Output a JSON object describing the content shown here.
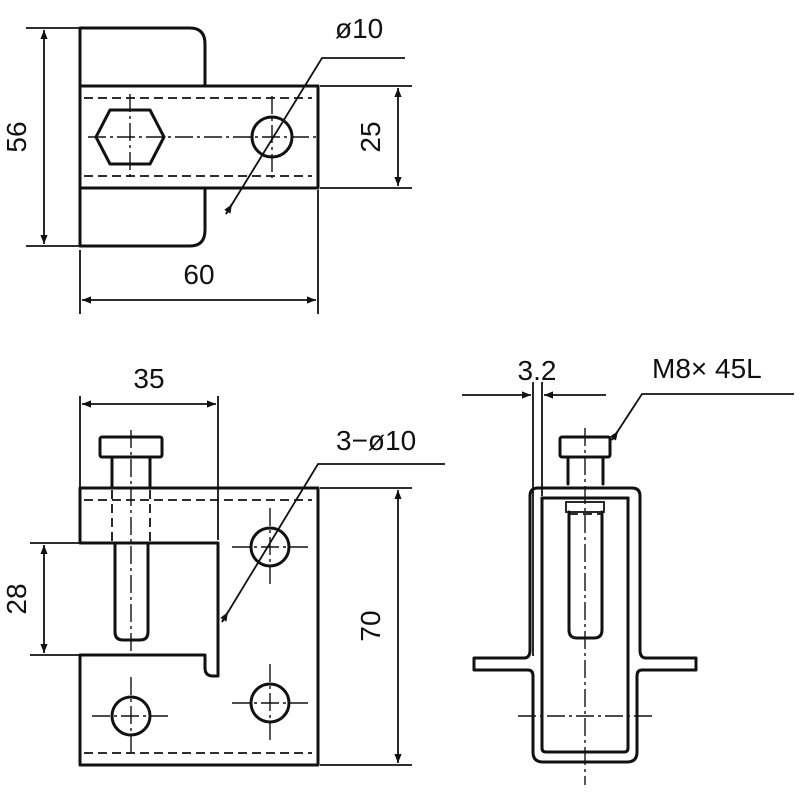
{
  "dimensions": {
    "top_height": "56",
    "top_slot": "25",
    "top_width": "60",
    "top_hole": "ø10",
    "front_width": "35",
    "front_holes": "3−ø10",
    "front_left": "28",
    "front_height": "70",
    "side_thickness": "3.2",
    "side_bolt": "M8× 45L"
  }
}
